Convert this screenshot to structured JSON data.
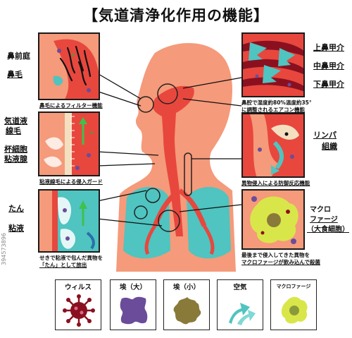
{
  "title": "【気道清浄化作用の機能】",
  "panels": {
    "nose": {
      "labels": [
        "鼻前庭",
        "鼻毛"
      ],
      "caption": "鼻毛によるフィルター機能"
    },
    "turbinates": {
      "labels": [
        "上鼻甲介",
        "中鼻甲介",
        "下鼻甲介"
      ],
      "caption_line1": "鼻腔で湿度約80%温度約35°",
      "caption_line2": "に調整されるエアコン機能"
    },
    "cilia": {
      "labels": [
        "気道液",
        "線毛",
        "杯細胞",
        "粘液腺"
      ],
      "caption": "粘液線毛による侵入ガード"
    },
    "lymph": {
      "label_line1": "リンパ",
      "label_line2": "組織",
      "caption": "異物侵入による防御反応機能"
    },
    "sputum": {
      "labels": [
        "たん",
        "粘液"
      ],
      "caption_line1": "せきで粘液で包んだ異物を",
      "caption_line2": "「たん」として放出"
    },
    "macrophage": {
      "label_line1": "マクロ",
      "label_line2": "ファージ",
      "label_line3": "（大食細胞）",
      "caption_line1": "最後まで侵入してきた異物を",
      "caption_line2": "マクロファージが飲み込んで殺菌"
    }
  },
  "legend": [
    {
      "label": "ウィルス",
      "icon": "virus-icon"
    },
    {
      "label": "埃（大）",
      "icon": "large-dust-icon"
    },
    {
      "label": "埃（小）",
      "icon": "small-dust-icon"
    },
    {
      "label": "空気",
      "icon": "air-icon"
    },
    {
      "label": "マクロファージ",
      "icon": "macrophage-icon"
    }
  ],
  "watermark": "394573896",
  "colors": {
    "red": "#e8473e",
    "salmon": "#f59a7a",
    "teal": "#4fc4c0",
    "purple": "#6b4c9a",
    "olive": "#8a7a3a",
    "yellow_green": "#d9e64a",
    "dark_red": "#8a1020"
  }
}
